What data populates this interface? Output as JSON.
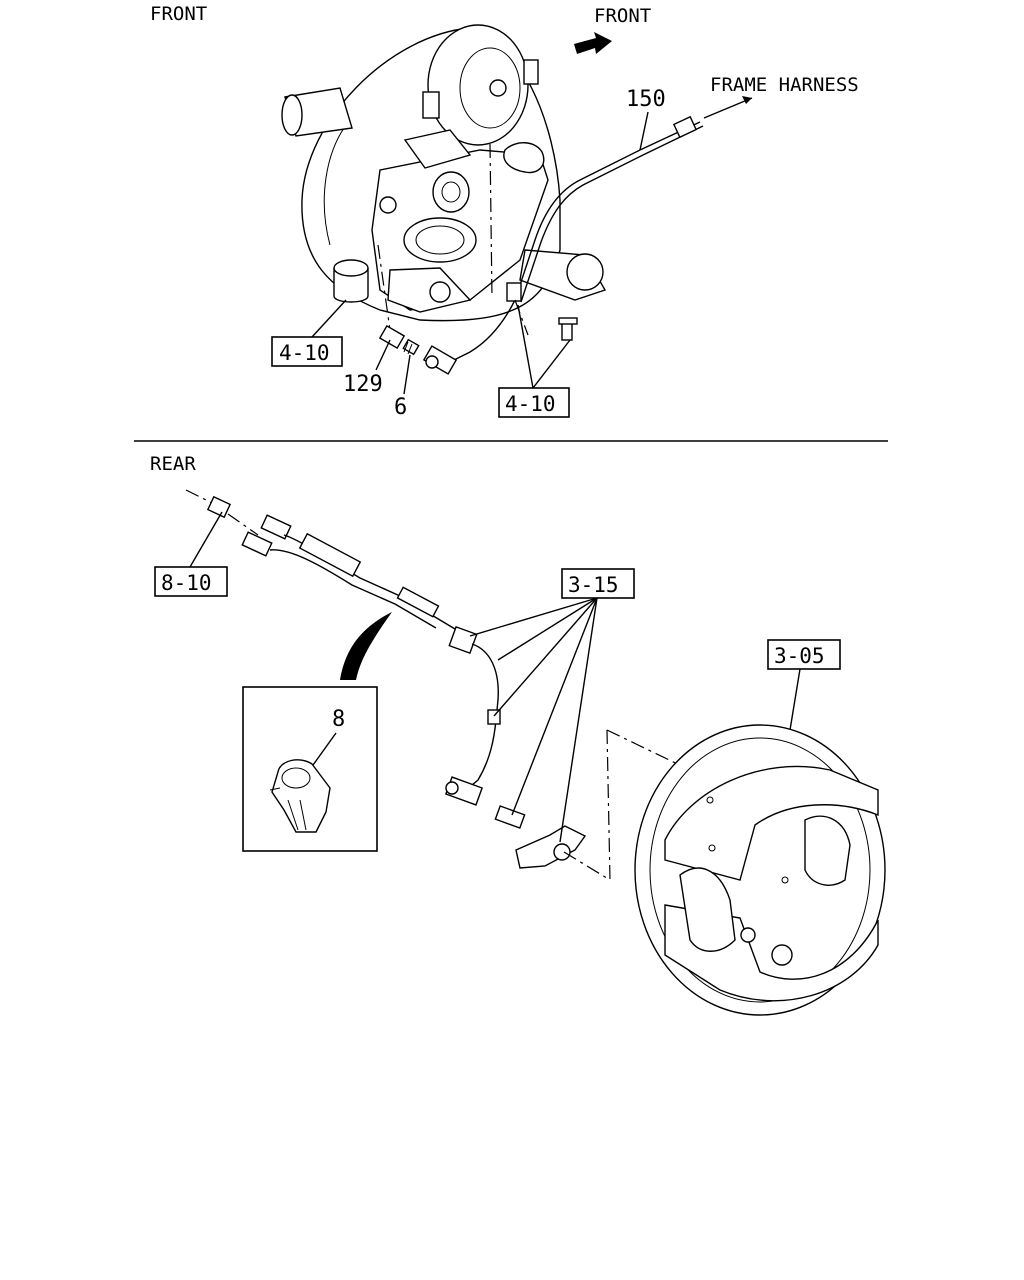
{
  "front_section": {
    "heading": "FRONT",
    "direction_label": "FRONT",
    "harness_label": "FRAME HARNESS",
    "callouts": {
      "harness_part": "150",
      "bracket_ref_left": "4-10",
      "bracket_ref_right": "4-10",
      "bushing_part": "129",
      "clip_part": "6"
    }
  },
  "rear_section": {
    "heading": "REAR",
    "callouts": {
      "connector_ref": "8-10",
      "sensor_ref": "3-15",
      "drum_ref": "3-05",
      "clip_detail_part": "8"
    }
  },
  "icons": {
    "direction_arrow": "arrow-upper-right-icon"
  }
}
